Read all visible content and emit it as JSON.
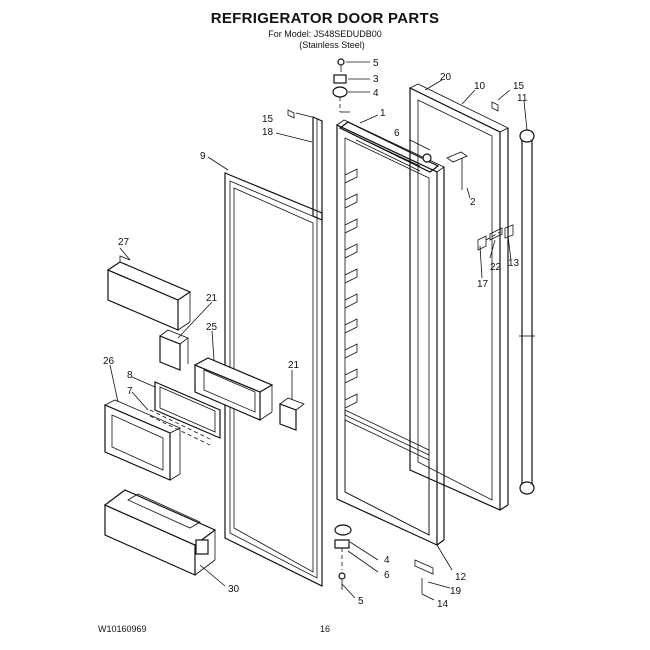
{
  "header": {
    "title": "REFRIGERATOR DOOR PARTS",
    "model_line": "For Model: JS48SEDUDB00",
    "finish_line": "(Stainless Steel)"
  },
  "footer": {
    "part_number": "W10160969",
    "page_number": "16"
  },
  "callouts": {
    "c5_top": "5",
    "c3": "3",
    "c4_top": "4",
    "c1": "1",
    "c6_top": "6",
    "c20": "20",
    "c10": "10",
    "c15_right": "15",
    "c11": "11",
    "c2": "2",
    "c15_left": "15",
    "c18": "18",
    "c9": "9",
    "c22": "22",
    "c13": "13",
    "c17": "17",
    "c27": "27",
    "c21_top": "21",
    "c25": "25",
    "c26": "26",
    "c8": "8",
    "c7": "7",
    "c21_low": "21",
    "c4_bot": "4",
    "c6_bot": "6",
    "c12": "12",
    "c19": "19",
    "c5_bot": "5",
    "c14": "14",
    "c30": "30"
  }
}
